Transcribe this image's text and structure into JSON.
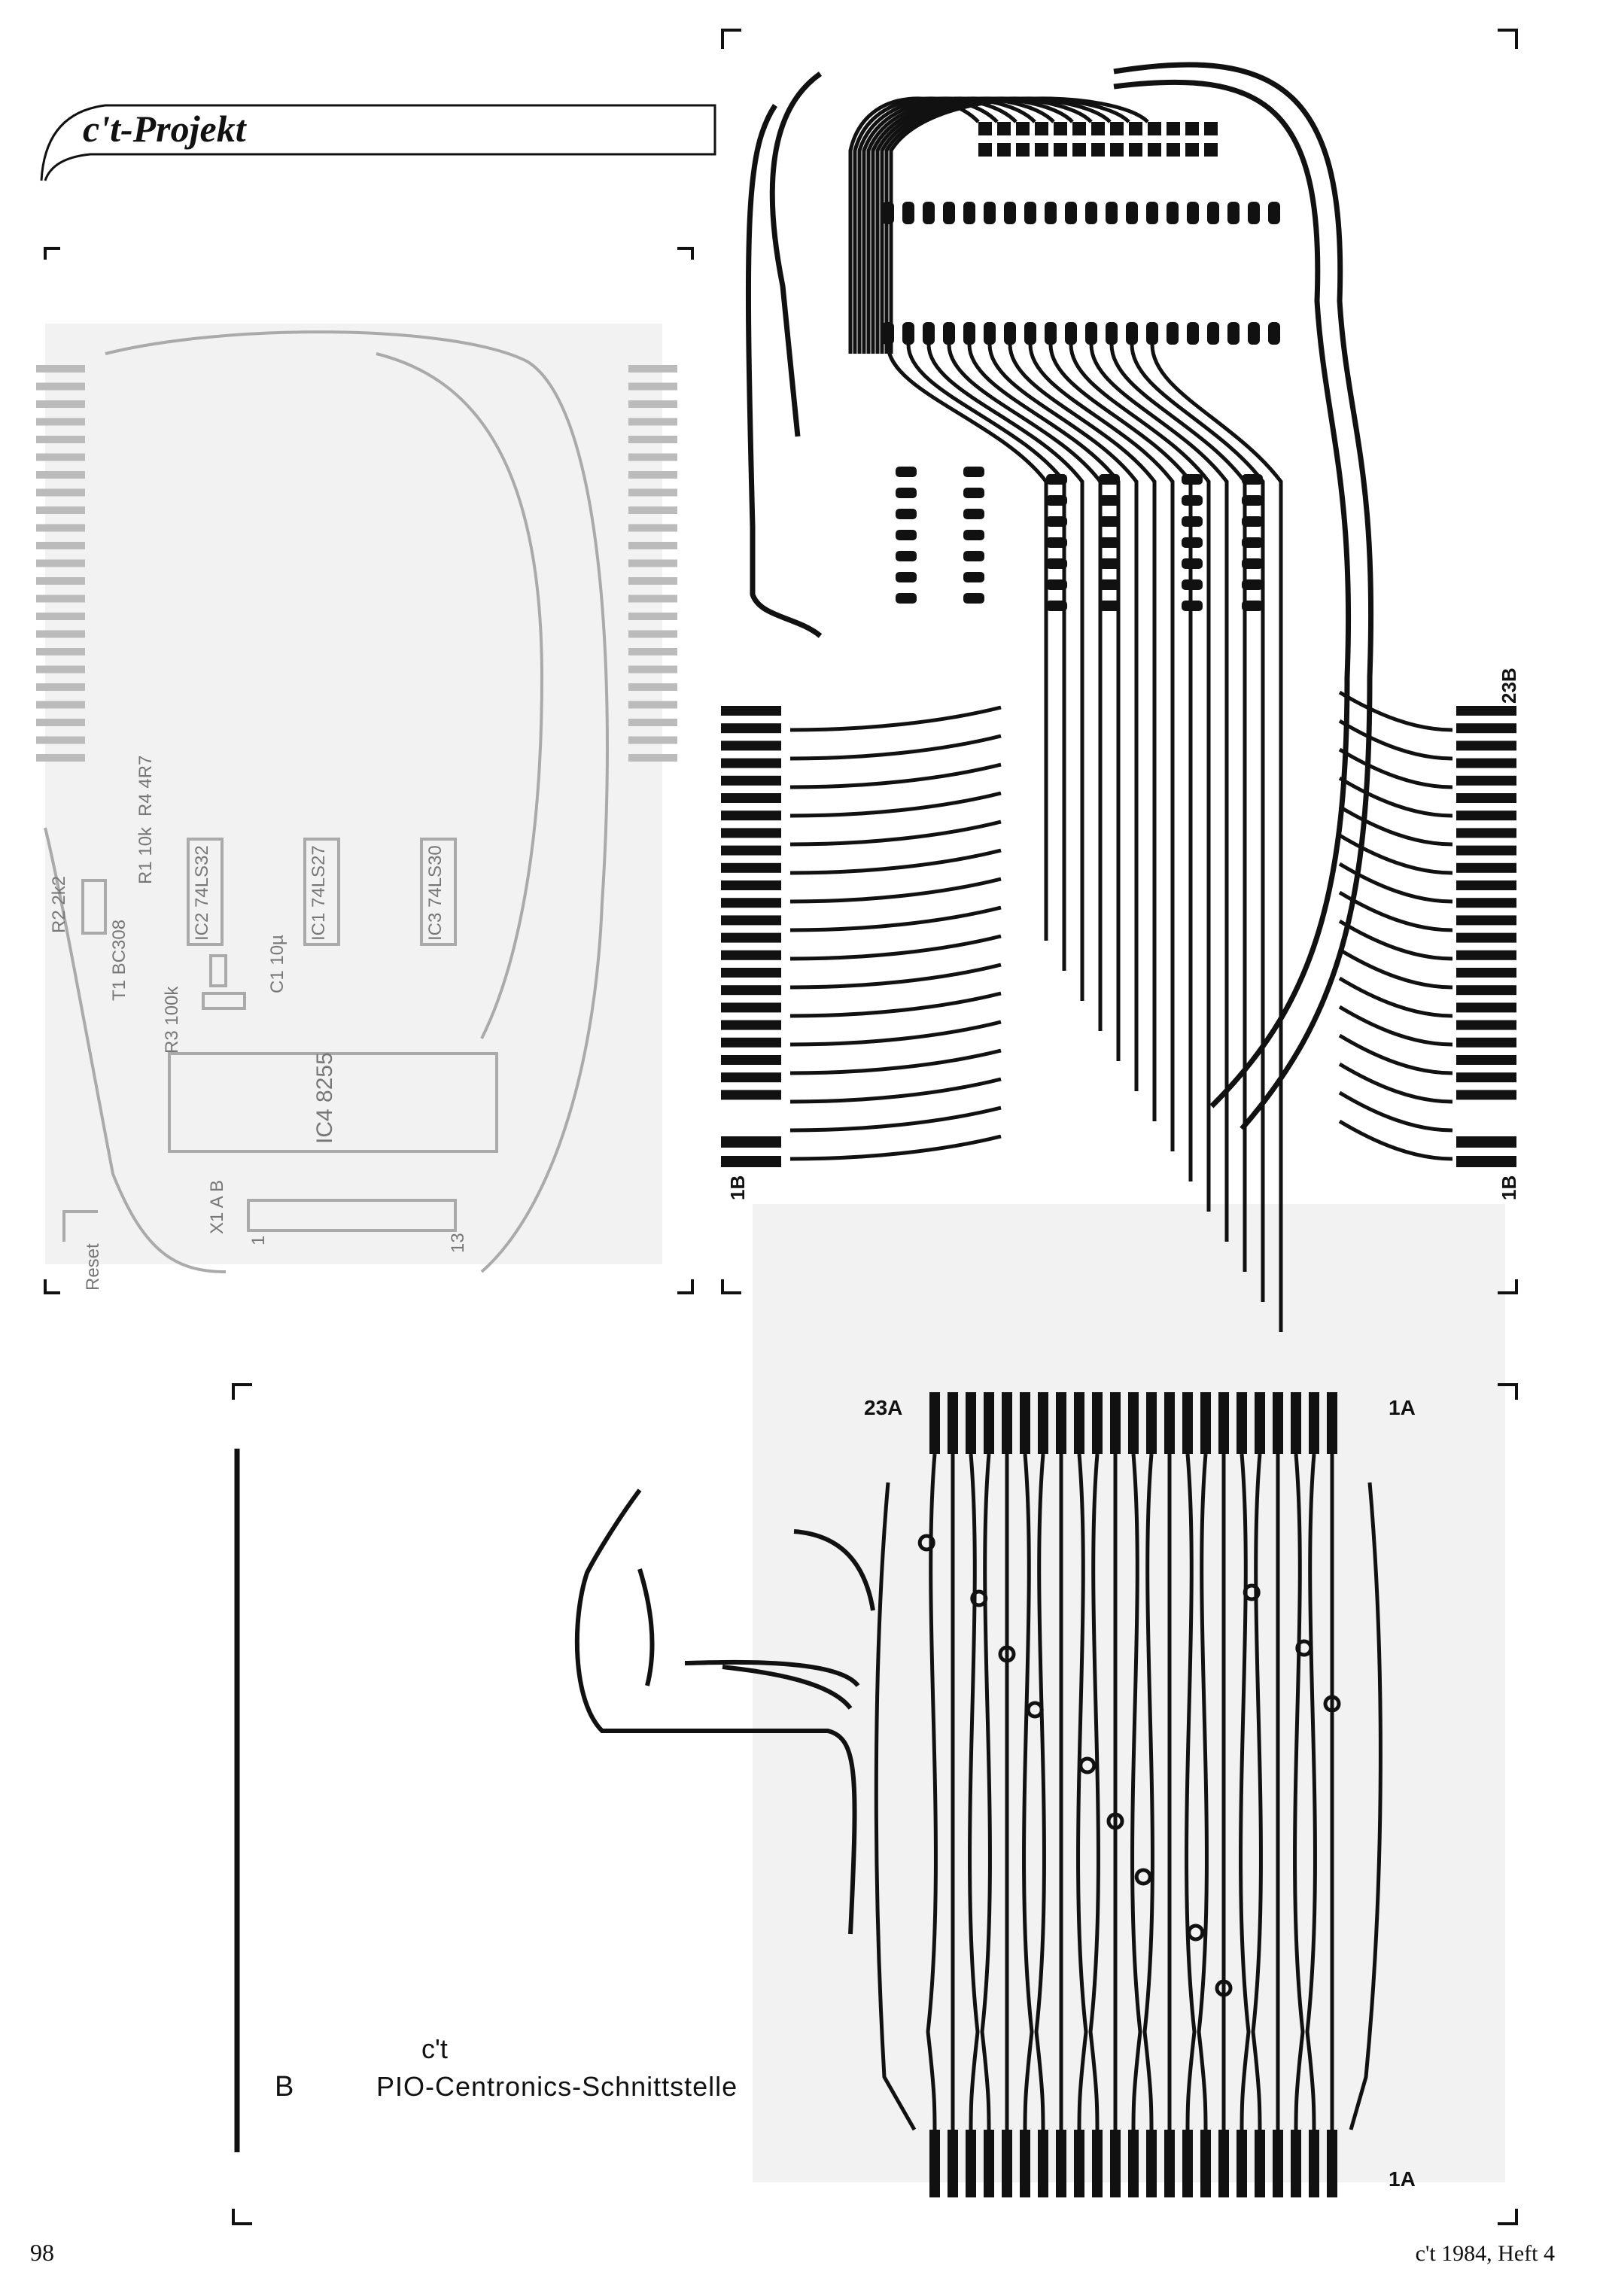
{
  "header": {
    "title": "c't-Projekt"
  },
  "footer": {
    "page_number": "98",
    "issue": "c't 1984, Heft 4"
  },
  "caption": {
    "brand": "c't",
    "title": "PIO-Centronics-Schnittstelle",
    "side": "B"
  },
  "connector_labels": {
    "top_right_23b": "23B",
    "top_left_1b": "1B",
    "top_right_1b": "1B",
    "bottom_23a": "23A",
    "bottom_1a_top": "1A",
    "bottom_1a_bottom": "1A"
  },
  "components": {
    "ic1": "IC1 74LS27",
    "ic2": "IC2 74LS32",
    "ic3": "IC3 74LS30",
    "ic4": "IC4 8255",
    "r1": "R1 10k",
    "r2": "R2 2k2",
    "r3": "R3 100k",
    "r4": "R4 4R7",
    "c1": "C1 10µ",
    "t1": "T1 BC308",
    "x1": "X1 A B",
    "x1_pin1": "1",
    "x1_pin13": "13",
    "reset": "Reset"
  }
}
